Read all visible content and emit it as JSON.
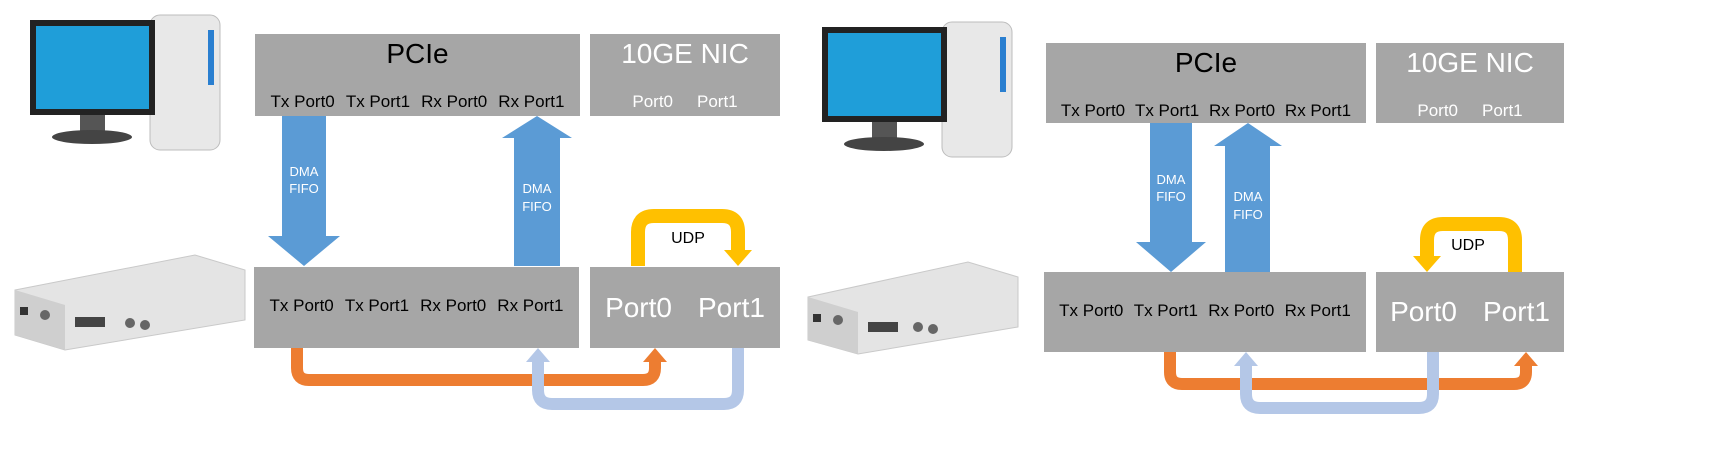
{
  "diagrams": [
    {
      "id": "left",
      "pcie": {
        "title": "PCIe",
        "ports": [
          "Tx Port0",
          "Tx Port1",
          "Rx Port0",
          "Rx Port1"
        ]
      },
      "nic_top": {
        "title": "10GE NIC",
        "ports": [
          "Port0",
          "Port1"
        ]
      },
      "fpga": {
        "ports": [
          "Tx Port0",
          "Tx Port1",
          "Rx Port0",
          "Rx Port1"
        ]
      },
      "nic_bottom": {
        "ports": [
          "Port0",
          "Port1"
        ]
      },
      "dma_down": [
        "DMA",
        "FIFO"
      ],
      "dma_up": [
        "DMA",
        "FIFO"
      ],
      "udp": "UDP"
    },
    {
      "id": "right",
      "pcie": {
        "title": "PCIe",
        "ports": [
          "Tx Port0",
          "Tx Port1",
          "Rx Port0",
          "Rx Port1"
        ]
      },
      "nic_top": {
        "title": "10GE NIC",
        "ports": [
          "Port0",
          "Port1"
        ]
      },
      "fpga": {
        "ports": [
          "Tx Port0",
          "Tx Port1",
          "Rx Port0",
          "Rx Port1"
        ]
      },
      "nic_bottom": {
        "ports": [
          "Port0",
          "Port1"
        ]
      },
      "dma_down": [
        "DMA",
        "FIFO"
      ],
      "dma_up": [
        "DMA",
        "FIFO"
      ],
      "udp": "UDP"
    }
  ],
  "colors": {
    "box": "#a6a6a6",
    "dma_arrow": "#5b9bd5",
    "udp_loop": "#ffc000",
    "orange_path": "#ed7d31",
    "lightblue_path": "#b4c7e7"
  },
  "icons": [
    "desktop-computer-icon",
    "hardware-device-icon"
  ]
}
